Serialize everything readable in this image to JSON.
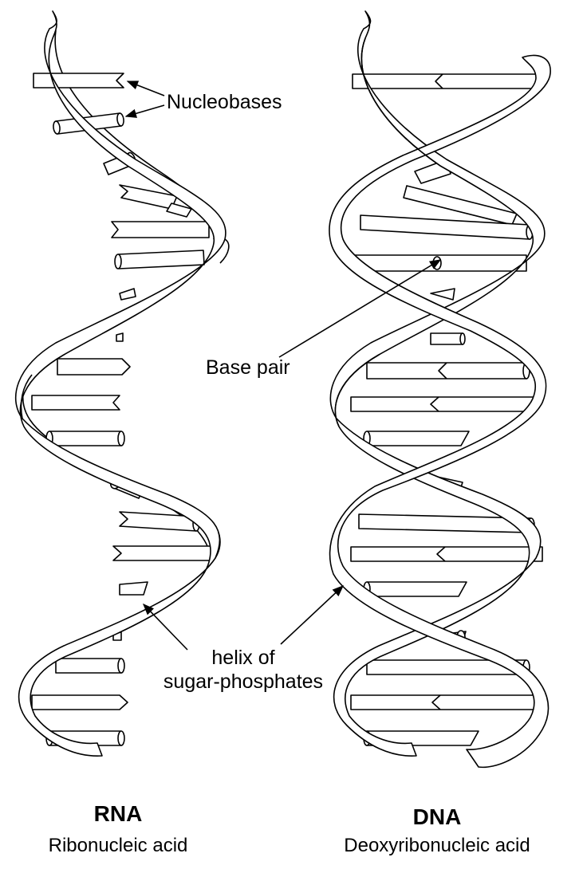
{
  "labels": {
    "nucleobases": "Nucleobases",
    "base_pair": "Base pair",
    "helix_line1": "helix of",
    "helix_line2": "sugar-phosphates"
  },
  "rna": {
    "title": "RNA",
    "subtitle": "Ribonucleic acid"
  },
  "dna": {
    "title": "DNA",
    "subtitle": "Deoxyribonucleic acid"
  },
  "colors": {
    "stroke": "#000000",
    "fill": "#ffffff"
  }
}
